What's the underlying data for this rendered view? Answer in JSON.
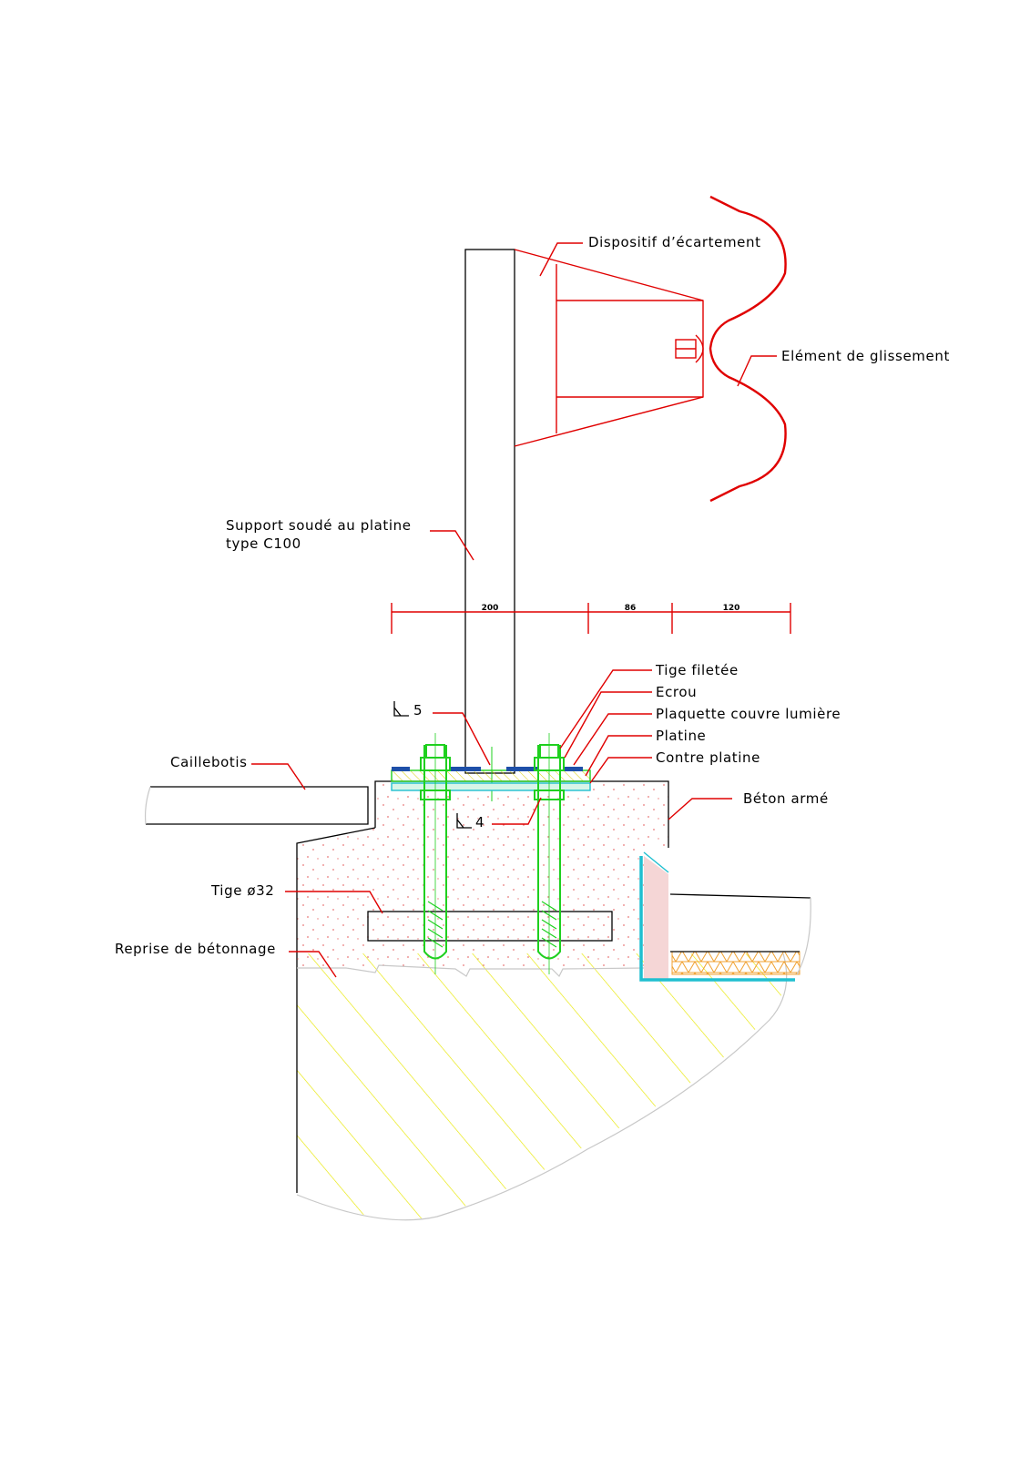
{
  "labels": {
    "dispositif": "Dispositif d’écartement",
    "element_glissement": "Elément de glissement",
    "support_line1": "Support soudé au platine",
    "support_line2": "type C100",
    "tige_filetee": "Tige filetée",
    "ecrou": "Ecrou",
    "plaquette": "Plaquette couvre lumière",
    "platine": "Platine",
    "contre_platine": "Contre platine",
    "caillebotis": "Caillebotis",
    "beton_arme": "Béton armé",
    "tige_32": "Tige ø32",
    "reprise": "Reprise de bétonnage",
    "weld_5": "5",
    "weld_4": "4"
  },
  "dimensions": [
    "200",
    "86",
    "120"
  ],
  "colors": {
    "annotation": "#e00000",
    "anchor": "#1fd01f",
    "hatch": "#e8e800",
    "membrane": "#1fbfd0",
    "insulation": "#f0a030",
    "concrete_dots": "#e87878"
  }
}
